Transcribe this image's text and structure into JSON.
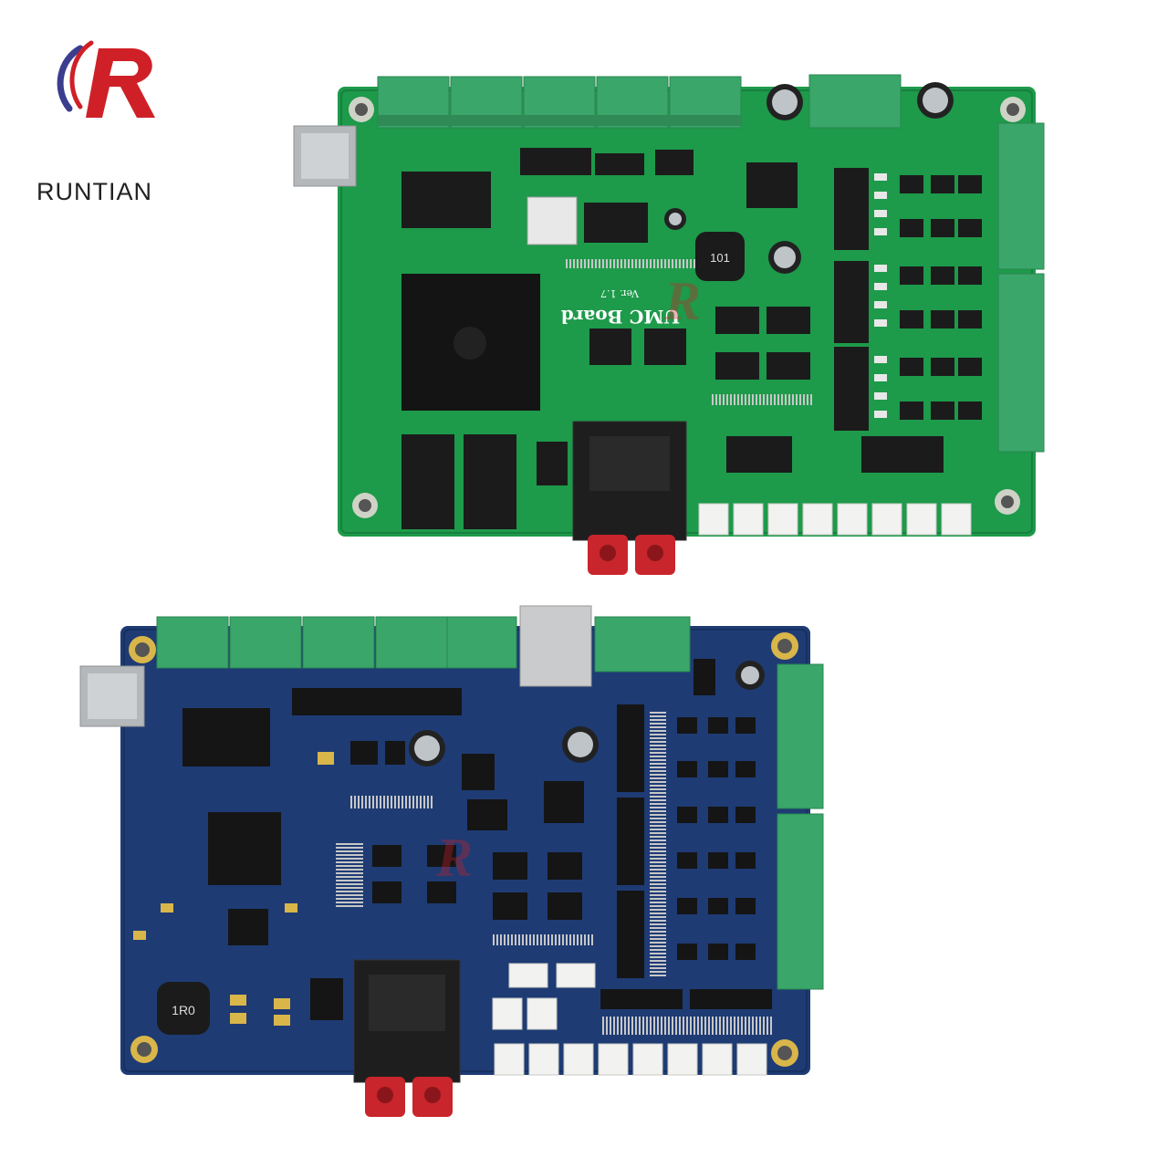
{
  "brand": {
    "name": "RUNTIAN",
    "logo_colors": {
      "primary": "#cf2027",
      "accent": "#3b3d8e"
    }
  },
  "green_board": {
    "silkscreen_title": "UMC Board",
    "silkscreen_version": "Ver. 1.7",
    "inductor_label": "101",
    "pcb_color": "#1d9a4a"
  },
  "blue_board": {
    "inductor_label": "1R0",
    "pcb_color": "#1e3b74"
  },
  "watermark": {
    "letter": "R"
  }
}
